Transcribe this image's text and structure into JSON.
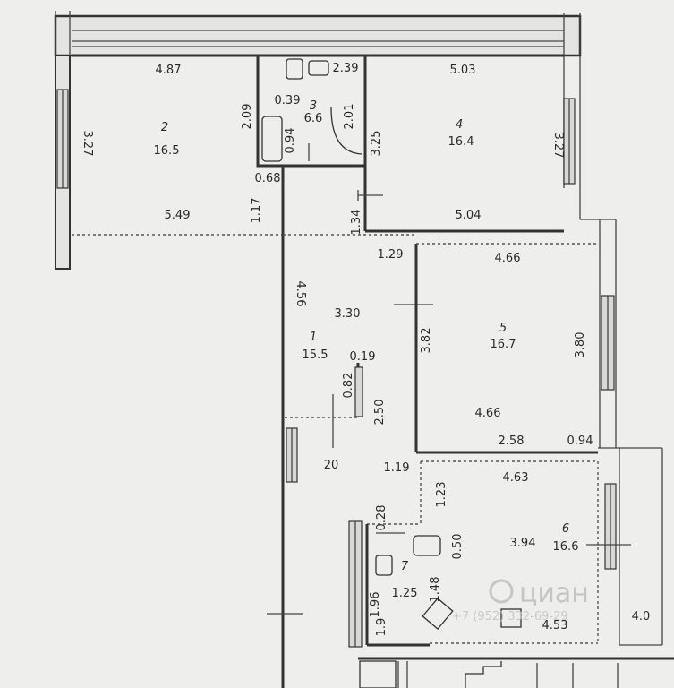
{
  "plan": {
    "rooms": [
      {
        "id": "room-2",
        "number": "2",
        "area": "16.5"
      },
      {
        "id": "room-3",
        "number": "3",
        "area": "6.6"
      },
      {
        "id": "room-4",
        "number": "4",
        "area": "16.4"
      },
      {
        "id": "room-1",
        "number": "1",
        "area": "15.5"
      },
      {
        "id": "room-5",
        "number": "5",
        "area": "16.7"
      },
      {
        "id": "room-6",
        "number": "6",
        "area": "16.6"
      },
      {
        "id": "room-7",
        "number": "7",
        "area": "1.9"
      }
    ],
    "dimensions": [
      "4.87",
      "2.39",
      "5.03",
      "3.27",
      "2.09",
      "0.39",
      "2.01",
      "0.94",
      "3.25",
      "3.27",
      "0.68",
      "1.17",
      "5.49",
      "1.34",
      "5.04",
      "1.29",
      "4.66",
      "4.56",
      "3.30",
      "3.82",
      "3.80",
      "0.19",
      "0.82",
      "2.50",
      "4.66",
      "2.58",
      "0.94",
      "20",
      "1.19",
      "1.23",
      "4.63",
      "0.28",
      "0.50",
      "3.94",
      "1.48",
      "1.96",
      "1.25",
      "4.53",
      "4.0"
    ],
    "watermark": {
      "brand": "циан",
      "phone": "+7 (952) 332-69-29"
    }
  }
}
